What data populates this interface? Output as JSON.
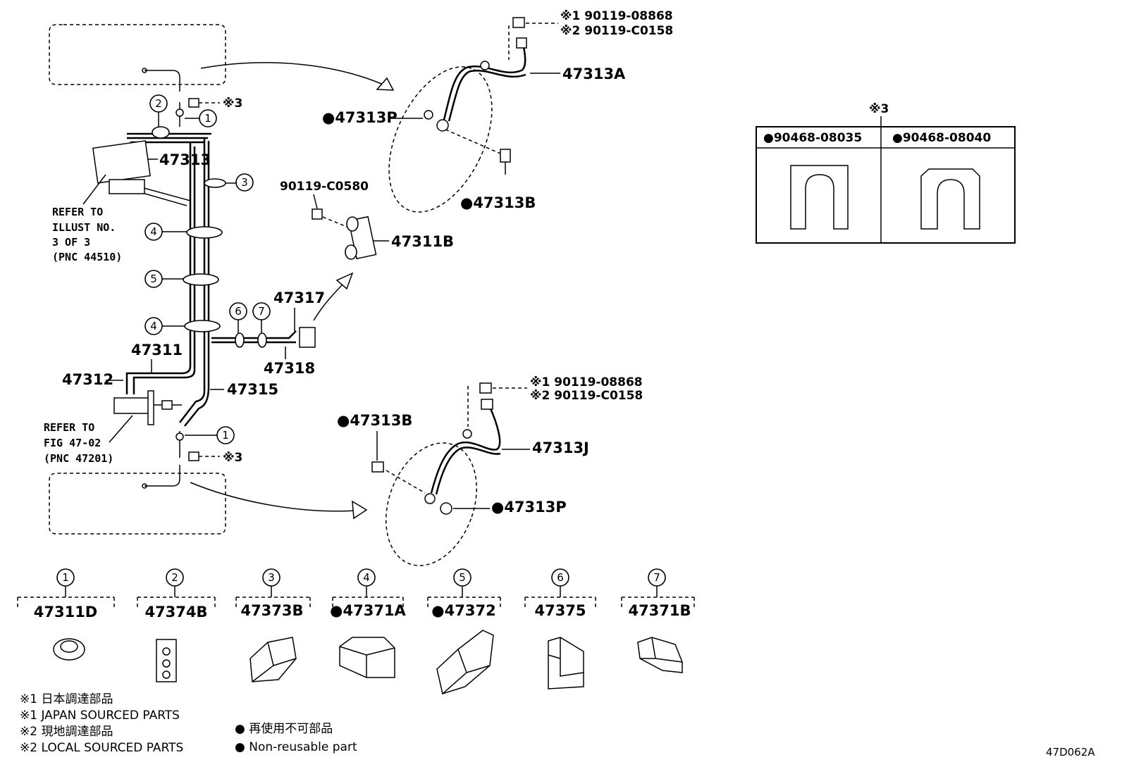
{
  "notes": {
    "jp1": "※1 日本調達部品",
    "en1": "※1 JAPAN SOURCED PARTS",
    "jp2": "※2 現地調達部品",
    "en2": "※2 LOCAL SOURCED PARTS",
    "nonreuse_jp": "● 再使用不可部品",
    "nonreuse_en": "● Non-reusable part"
  },
  "figure_code": "47D062A",
  "refs": {
    "illust": [
      "REFER TO",
      "ILLUST NO.",
      "3 OF 3",
      "(PNC 44510)"
    ],
    "fig": [
      "REFER TO",
      "FIG 47-02",
      "(PNC 47201)"
    ]
  },
  "callouts": {
    "p47313": "47313",
    "p47311": "47311",
    "p47312": "47312",
    "p47315": "47315",
    "p47317": "47317",
    "p47318": "47318",
    "p47311B": "47311B",
    "p90119_c0580": "90119-C0580",
    "p47313A": "47313A",
    "p47313P_top": "●47313P",
    "p47313B_top": "●47313B",
    "p47313J": "47313J",
    "p47313B_bot": "●47313B",
    "p47313P_bot": "●47313P",
    "mark3_top": "※3",
    "mark3_bot": "※3",
    "top_bolt_1": "※1 90119-08868",
    "top_bolt_2": "※2 90119-C0158",
    "bot_bolt_1": "※1 90119-08868",
    "bot_bolt_2": "※2 90119-C0158"
  },
  "clip_numbers": {
    "top_c2": "2",
    "top_c1": "1",
    "c3": "3",
    "c4a": "4",
    "c5": "5",
    "c4b": "4",
    "c6": "6",
    "c7": "7",
    "bot_c1": "1"
  },
  "clip_table": {
    "mark": "※3",
    "col1": "●90468-08035",
    "col2": "●90468-08040"
  },
  "legend_parts": [
    {
      "num": "1",
      "part": "47311D"
    },
    {
      "num": "2",
      "part": "47374B"
    },
    {
      "num": "3",
      "part": "47373B"
    },
    {
      "num": "4",
      "part": "●47371A"
    },
    {
      "num": "5",
      "part": "●47372"
    },
    {
      "num": "6",
      "part": "47375"
    },
    {
      "num": "7",
      "part": "47371B"
    }
  ]
}
